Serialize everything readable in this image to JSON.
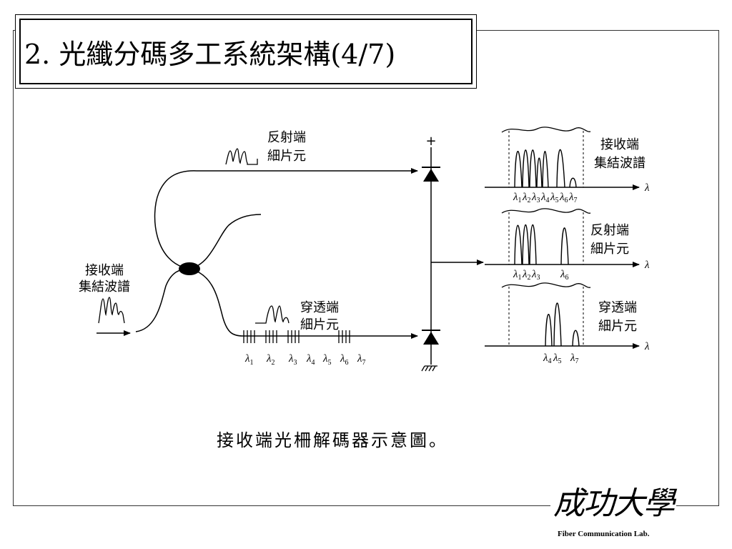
{
  "slide": {
    "title": "2. 光纖分碼多工系統架構(4/7)",
    "caption": "接收端光柵解碼器示意圖。"
  },
  "diagram": {
    "input_label": [
      "接收端",
      "集結波譜"
    ],
    "reflect_label": [
      "反射端",
      "細片元"
    ],
    "transmit_label": [
      "穿透端",
      "細片元"
    ],
    "lambda_symbol": "λ",
    "grating_labels": [
      "1",
      "2",
      "3",
      "4",
      "5",
      "6",
      "7"
    ],
    "detector_plus": "+",
    "spectrum_panels": [
      {
        "label": [
          "接收端",
          "集結波譜"
        ],
        "wavelengths": [
          "1",
          "2",
          "3",
          "4",
          "5",
          "6",
          "7"
        ]
      },
      {
        "label": [
          "反射端",
          "細片元"
        ],
        "wavelengths": [
          "1",
          "2",
          "3",
          "6"
        ]
      },
      {
        "label": [
          "穿透端",
          "細片元"
        ],
        "wavelengths": [
          "4",
          "5",
          "7"
        ]
      }
    ]
  },
  "logo": {
    "script": "成功大學",
    "lab": "Fiber Communication Lab."
  }
}
